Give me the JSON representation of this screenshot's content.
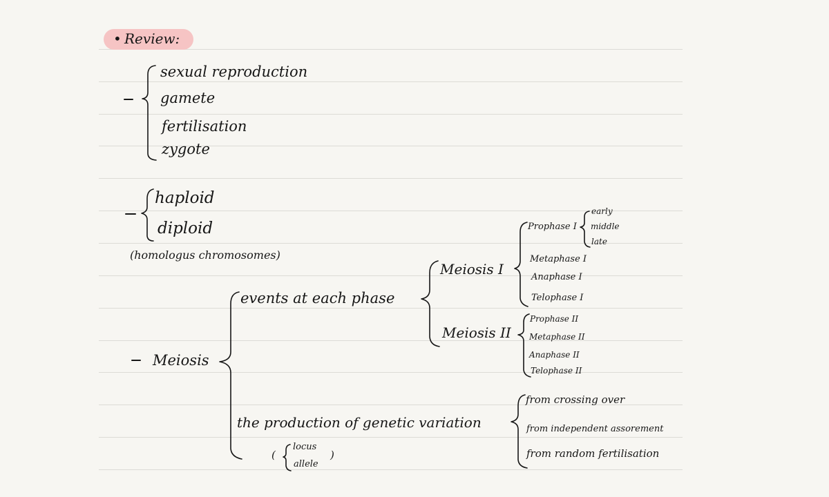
{
  "heading": {
    "bullet": "•",
    "title": "Review:"
  },
  "group1": {
    "items": [
      "sexual reproduction",
      "gamete",
      "fertilisation",
      "zygote"
    ]
  },
  "group2": {
    "items": [
      "haploid",
      "diploid"
    ],
    "note": "(homologus chromosomes)"
  },
  "meiosis": {
    "label": "Meiosis",
    "events": {
      "label": "events at each phase",
      "meiosis1": {
        "label": "Meiosis I",
        "prophase": {
          "label": "Prophase I",
          "sub": [
            "early",
            "middle",
            "late"
          ]
        },
        "phases": [
          "Metaphase I",
          "Anaphase I",
          "Telophase I"
        ]
      },
      "meiosis2": {
        "label": "Meiosis II",
        "phases": [
          "Prophase II",
          "Metaphase II",
          "Anaphase II",
          "Telophase II"
        ]
      }
    },
    "variation": {
      "label": "the production of genetic variation",
      "sources": [
        "from crossing over",
        "from independent assorement",
        "from random fertilisation"
      ],
      "note": [
        "locus",
        "allele"
      ]
    }
  }
}
